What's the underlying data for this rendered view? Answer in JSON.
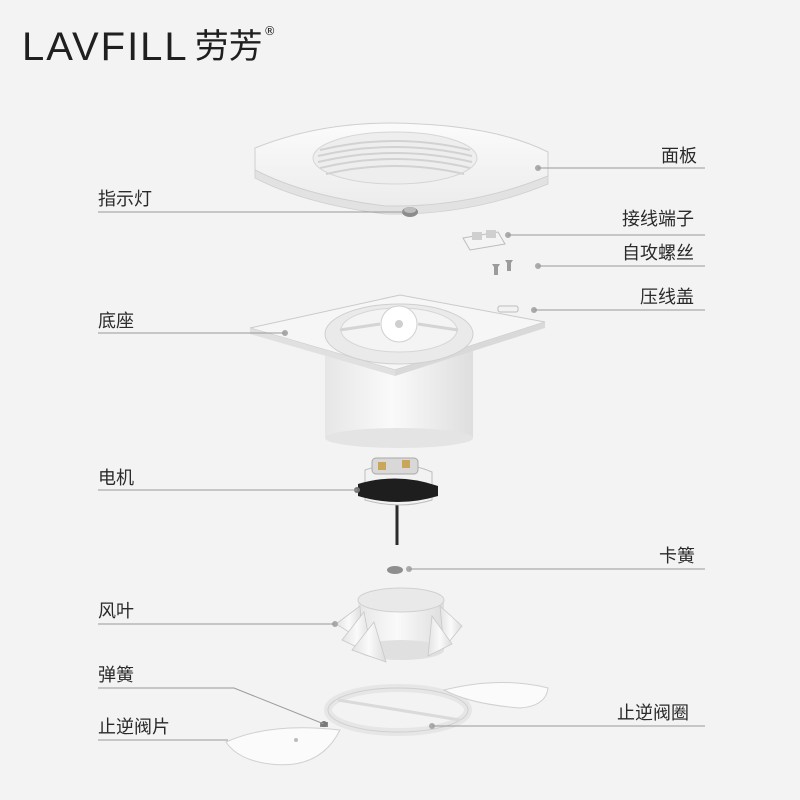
{
  "brand": {
    "latin": "LAVFILL",
    "chinese": "劳芳",
    "registered": "®"
  },
  "parts": {
    "panel": "面板",
    "indicator_light": "指示灯",
    "terminal_block": "接线端子",
    "self_tapping_screw": "自攻螺丝",
    "wire_clamp_cover": "压线盖",
    "base": "底座",
    "motor": "电机",
    "retaining_clip": "卡簧",
    "fan_blade": "风叶",
    "spring": "弹簧",
    "check_valve_ring": "止逆阀圈",
    "check_valve_flap": "止逆阀片"
  },
  "colors": {
    "background": "#f3f3f3",
    "part_fill": "#f7f7f7",
    "part_shade": "#d9d9d9",
    "leader_line": "#9a9a9a",
    "text": "#2a2a2a"
  }
}
